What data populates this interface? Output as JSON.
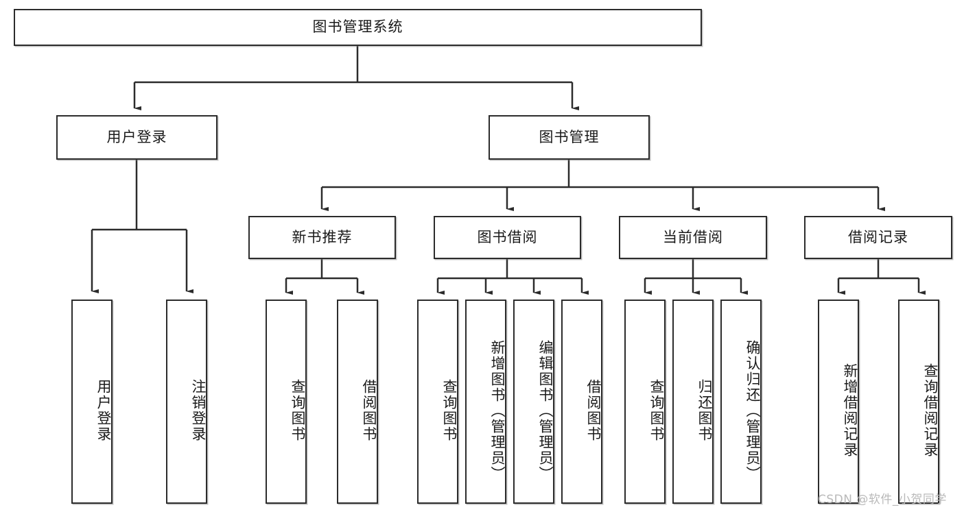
{
  "diagram": {
    "title_node": {
      "label": "图书管理系统"
    },
    "level2": [
      {
        "label": "用户登录"
      },
      {
        "label": "图书管理"
      }
    ],
    "level3": [
      {
        "label": "新书推荐"
      },
      {
        "label": "图书借阅"
      },
      {
        "label": "当前借阅"
      },
      {
        "label": "借阅记录"
      }
    ],
    "leaves": {
      "user_login": [
        {
          "label": "用户登录"
        },
        {
          "label": "注销登录"
        }
      ],
      "new_book_recommend": [
        {
          "label": "查询图书"
        },
        {
          "label": "借阅图书"
        }
      ],
      "book_borrow": [
        {
          "label": "查询图书"
        },
        {
          "label": "新增图书（管理员）"
        },
        {
          "label": "编辑图书（管理员）"
        },
        {
          "label": "借阅图书"
        }
      ],
      "current_borrow": [
        {
          "label": "查询图书"
        },
        {
          "label": "归还图书"
        },
        {
          "label": "确认归还（管理员）"
        }
      ],
      "borrow_record": [
        {
          "label": "新增借阅记录"
        },
        {
          "label": "查询借阅记录"
        }
      ]
    },
    "watermark": "CSDN @软件_小贺同学",
    "colors": {
      "stroke": "#2b2b2b",
      "fill": "#ffffff",
      "text": "#1a1a1a",
      "watermark": "#b9b9b9"
    }
  }
}
